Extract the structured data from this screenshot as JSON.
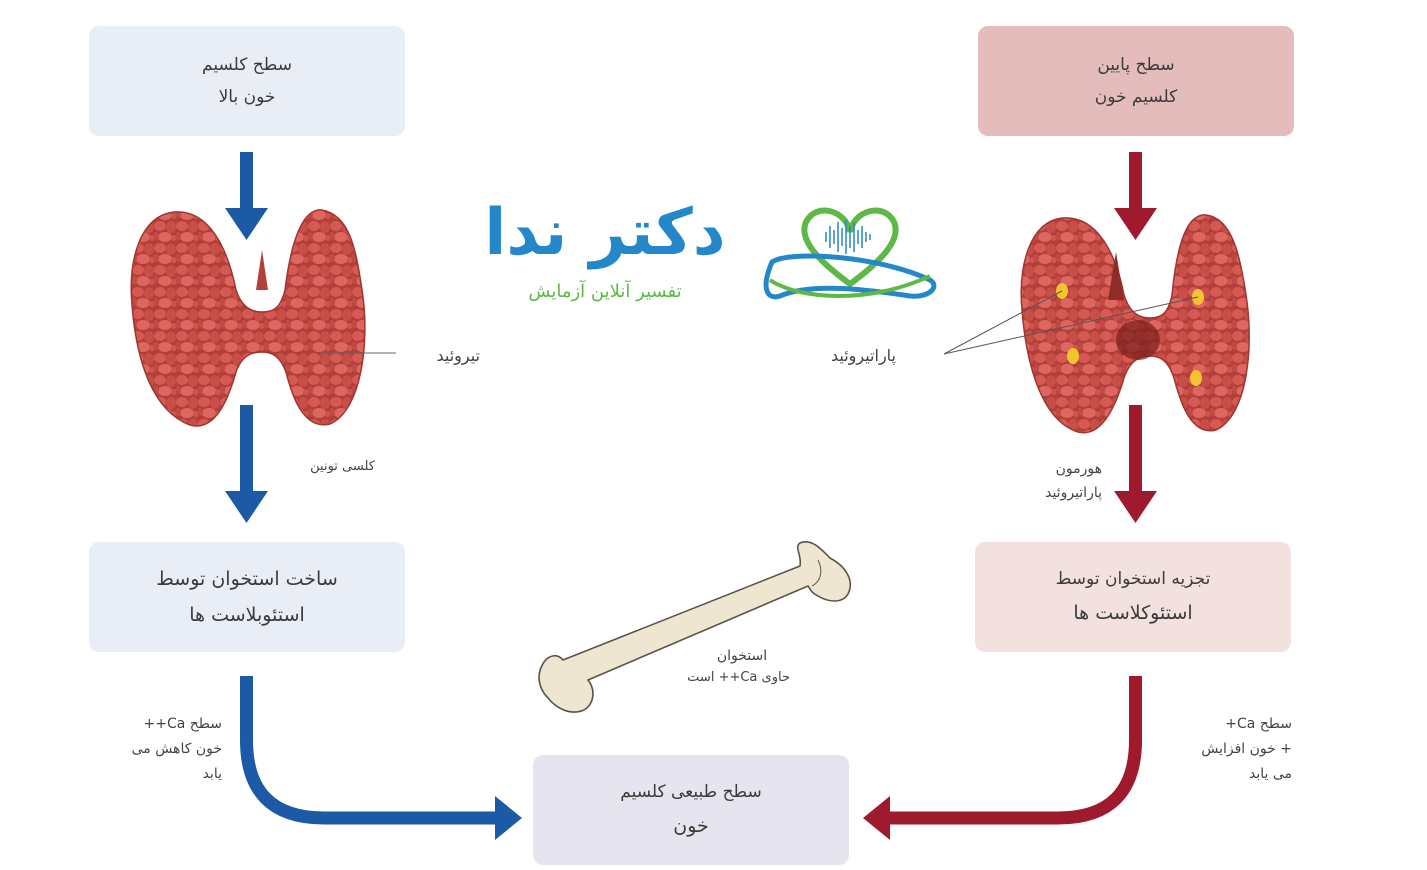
{
  "boxes": {
    "high_calcium": {
      "line1": "سطح کلسیم",
      "line2": "خون بالا"
    },
    "low_calcium": {
      "line1": "سطح پایین",
      "line2": "کلسیم خون"
    },
    "bone_building": {
      "line1": "ساخت استخوان توسط",
      "line2": "استئوبلاست ها"
    },
    "bone_breakdown": {
      "line1": "تجزیه استخوان توسط",
      "line2": "استئوکلاست ها"
    },
    "normal_calcium": {
      "line1": "سطح طبیعی کلسیم",
      "line2": "خون"
    }
  },
  "labels": {
    "thyroid": "تیروئید",
    "parathyroid": "پاراتیروئید",
    "calcitonin": "کلسی تونین",
    "pth_line1": "هورمون",
    "pth_line2": "پاراتیروئید",
    "decrease_line1": "سطح Ca++",
    "decrease_line2": "خون کاهش می",
    "decrease_line3": "یابد",
    "increase_line1": "سطح Ca+",
    "increase_line2": "+ خون افزایش",
    "increase_line3": "می یابد",
    "bone_line1": "استخوان",
    "bone_line2": "حاوی Ca++ است"
  },
  "logo": {
    "name": "دکتر ندا",
    "tagline": "تفسیر آنلاین آزمایش"
  },
  "colors": {
    "blue_arrow": "#1c5aa6",
    "red_arrow": "#a01a2e",
    "gland": "#c24a44",
    "bone": "#efe6d2",
    "logo_blue": "#2487c9",
    "logo_green": "#5fb845"
  },
  "icons": {
    "logo_mark": "heart-wave-orbit-icon"
  }
}
